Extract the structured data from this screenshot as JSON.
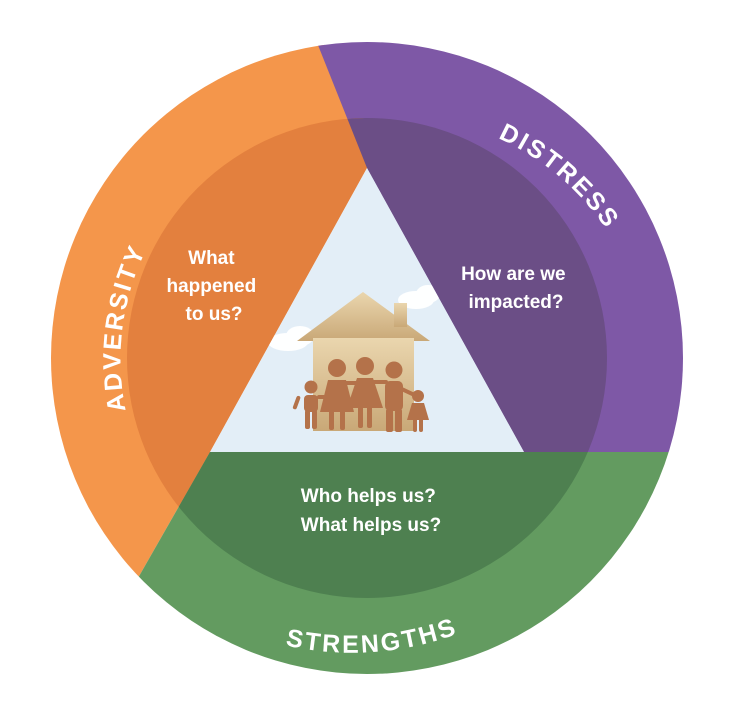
{
  "colors": {
    "adversity": "#F4964B",
    "adversity_inner": "#E3803E",
    "distress": "#7E58A6",
    "distress_inner": "#6B4E86",
    "strengths": "#639B60",
    "strengths_inner": "#4E8050",
    "center_sky": "#E3EEF7",
    "house": "#D8BE8F",
    "family": "#B4724A"
  },
  "sections": {
    "adversity": {
      "label": "ADVERSITY",
      "question_lines": [
        "What",
        "happened",
        "to us?"
      ]
    },
    "distress": {
      "label": "DISTRESS",
      "question_lines": [
        "How are we",
        "impacted?"
      ]
    },
    "strengths": {
      "label": "STRENGTHS",
      "question_lines": [
        "Who helps us?",
        "What helps us?"
      ]
    }
  },
  "center": {
    "icon": "house-family-icon"
  }
}
